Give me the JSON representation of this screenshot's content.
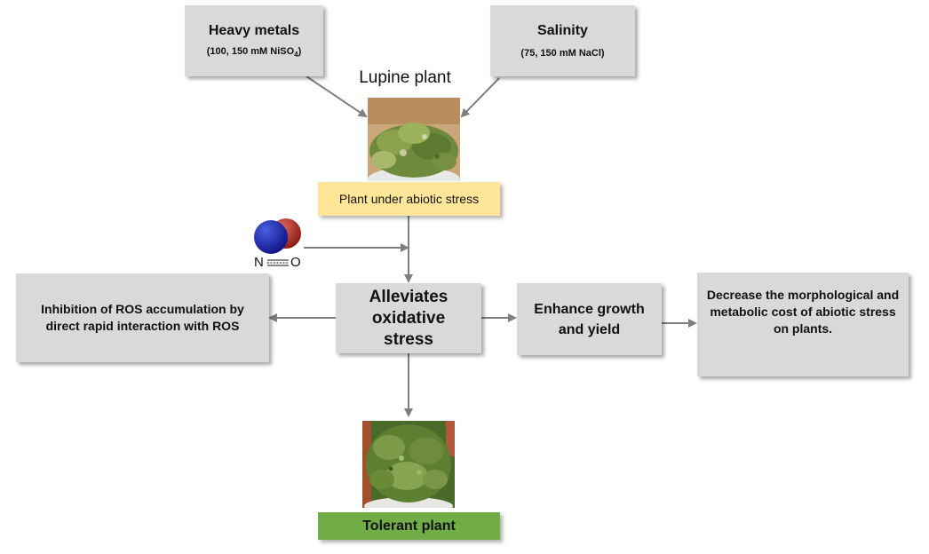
{
  "stressors": {
    "heavy_metals": {
      "title": "Heavy metals",
      "detail_prefix": "(100, 150 mM NiSO",
      "detail_sub": "4",
      "detail_suffix": ")"
    },
    "salinity": {
      "title": "Salinity",
      "detail": "(75, 150 mM NaCl)"
    }
  },
  "plant": {
    "title": "Lupine plant",
    "status": "Plant under abiotic stress"
  },
  "molecule": {
    "left_atom": "N",
    "right_atom": "O",
    "left_color": "#1f2fb0",
    "right_color": "#c0392b"
  },
  "effects": {
    "center": [
      "Alleviates",
      "oxidative",
      "stress"
    ],
    "left": "Inhibition of ROS accumulation by direct rapid interaction with ROS",
    "right": [
      "Enhance growth",
      "and yield"
    ],
    "far_right": "Decrease the morphological and metabolic cost of abiotic stress on plants."
  },
  "outcome": {
    "label": "Tolerant plant"
  },
  "colors": {
    "box_gray": "#d9d9d9",
    "stress_yellow": "#ffe699",
    "tolerant_green": "#70ad47",
    "arrow": "#7f7f7f"
  }
}
